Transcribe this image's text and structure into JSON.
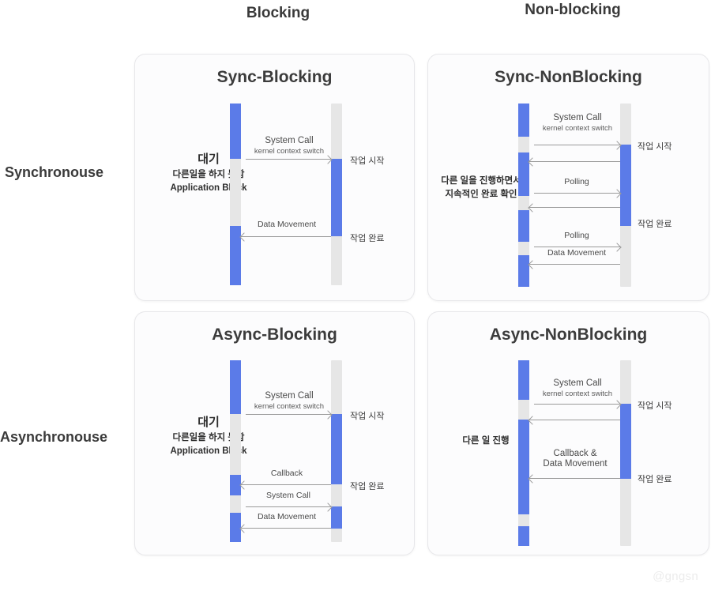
{
  "diagram": {
    "title_watermark": "@gngsn",
    "accent_blue": "#5b7be8",
    "track_gray": "#e6e6e6",
    "columns": [
      {
        "key": "blocking",
        "label": "Blocking"
      },
      {
        "key": "nonblocking",
        "label": "Non-blocking"
      }
    ],
    "rows": [
      {
        "key": "sync",
        "label": "Synchronouse"
      },
      {
        "key": "async",
        "label": "Asynchronouse"
      }
    ]
  },
  "panels": {
    "sync_blocking": {
      "title": "Sync-Blocking",
      "note": {
        "line1": "대기",
        "line2": "다른일을 하지 못함",
        "line3": "Application Block"
      },
      "arrows": [
        {
          "label": "System Call",
          "sublabel": "kernel context switch",
          "direction": "right"
        },
        {
          "label": "Data Movement",
          "sublabel": "",
          "direction": "left"
        }
      ],
      "side_notes": [
        {
          "text": "작업 시작"
        },
        {
          "text": "작업 완료"
        }
      ]
    },
    "sync_nonblocking": {
      "title": "Sync-NonBlocking",
      "note": {
        "line1": "",
        "line2": "다른 일을 진행하면서",
        "line3": "지속적인 완료 확인"
      },
      "arrows": [
        {
          "label": "System Call",
          "sublabel": "kernel context switch",
          "direction": "right"
        },
        {
          "label": "",
          "sublabel": "",
          "direction": "left"
        },
        {
          "label": "Polling",
          "sublabel": "",
          "direction": "right"
        },
        {
          "label": "",
          "sublabel": "",
          "direction": "left"
        },
        {
          "label": "Polling",
          "sublabel": "",
          "direction": "right"
        },
        {
          "label": "Data Movement",
          "sublabel": "",
          "direction": "left"
        }
      ],
      "side_notes": [
        {
          "text": "작업 시작"
        },
        {
          "text": "작업 완료"
        }
      ]
    },
    "async_blocking": {
      "title": "Async-Blocking",
      "note": {
        "line1": "대기",
        "line2": "다른일을 하지 못함",
        "line3": "Application Block"
      },
      "arrows": [
        {
          "label": "System Call",
          "sublabel": "kernel context switch",
          "direction": "right"
        },
        {
          "label": "Callback",
          "sublabel": "",
          "direction": "left"
        },
        {
          "label": "System Call",
          "sublabel": "",
          "direction": "right"
        },
        {
          "label": "Data Movement",
          "sublabel": "",
          "direction": "left"
        }
      ],
      "side_notes": [
        {
          "text": "작업 시작"
        },
        {
          "text": "작업 완료"
        }
      ]
    },
    "async_nonblocking": {
      "title": "Async-NonBlocking",
      "note": {
        "line1": "",
        "line2": "다른 일 진행",
        "line3": ""
      },
      "arrows": [
        {
          "label": "System Call",
          "sublabel": "kernel context switch",
          "direction": "right"
        },
        {
          "label": "",
          "sublabel": "",
          "direction": "left"
        },
        {
          "label": "Callback &",
          "sublabel": "Data Movement",
          "direction": "left"
        }
      ],
      "side_notes": [
        {
          "text": "작업 시작"
        },
        {
          "text": "작업 완료"
        }
      ]
    }
  }
}
